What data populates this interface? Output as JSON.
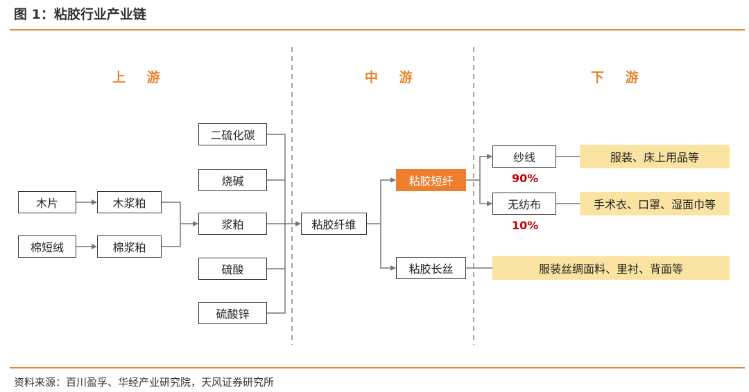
{
  "figure_title": "图 1：粘胶行业产业链",
  "stages": {
    "upstream": "上 游",
    "midstream": "中 游",
    "downstream": "下 游"
  },
  "upstream": {
    "raw": {
      "wood_chips": "木片",
      "cotton_linter": "棉短绒"
    },
    "pulp": {
      "wood_pulp": "木浆粕",
      "cotton_pulp": "棉浆粕"
    },
    "chemicals": {
      "cs2": "二硫化碳",
      "caustic_soda": "烧碱",
      "pulp": "浆粕",
      "sulfuric_acid": "硫酸",
      "zinc_sulfate": "硫酸锌"
    }
  },
  "midstream": {
    "viscose_fiber": "粘胶纤维",
    "staple_fiber": "粘胶短纤",
    "filament": "粘胶长丝"
  },
  "downstream": {
    "yarn": "纱线",
    "yarn_share": "90%",
    "nonwoven": "无纺布",
    "nonwoven_share": "10%",
    "apps": {
      "yarn": "服装、床上用品等",
      "nonwoven": "手术衣、口罩、湿面巾等",
      "filament": "服装丝绸面料、里衬、背面等"
    }
  },
  "source": "资料来源：百川盈孚、华经产业研究院，天风证券研究所",
  "colors": {
    "accent": "#e8822e",
    "highlight": "#ee7d2c",
    "app_fill": "#fbe3a2",
    "percent": "#c00000"
  }
}
